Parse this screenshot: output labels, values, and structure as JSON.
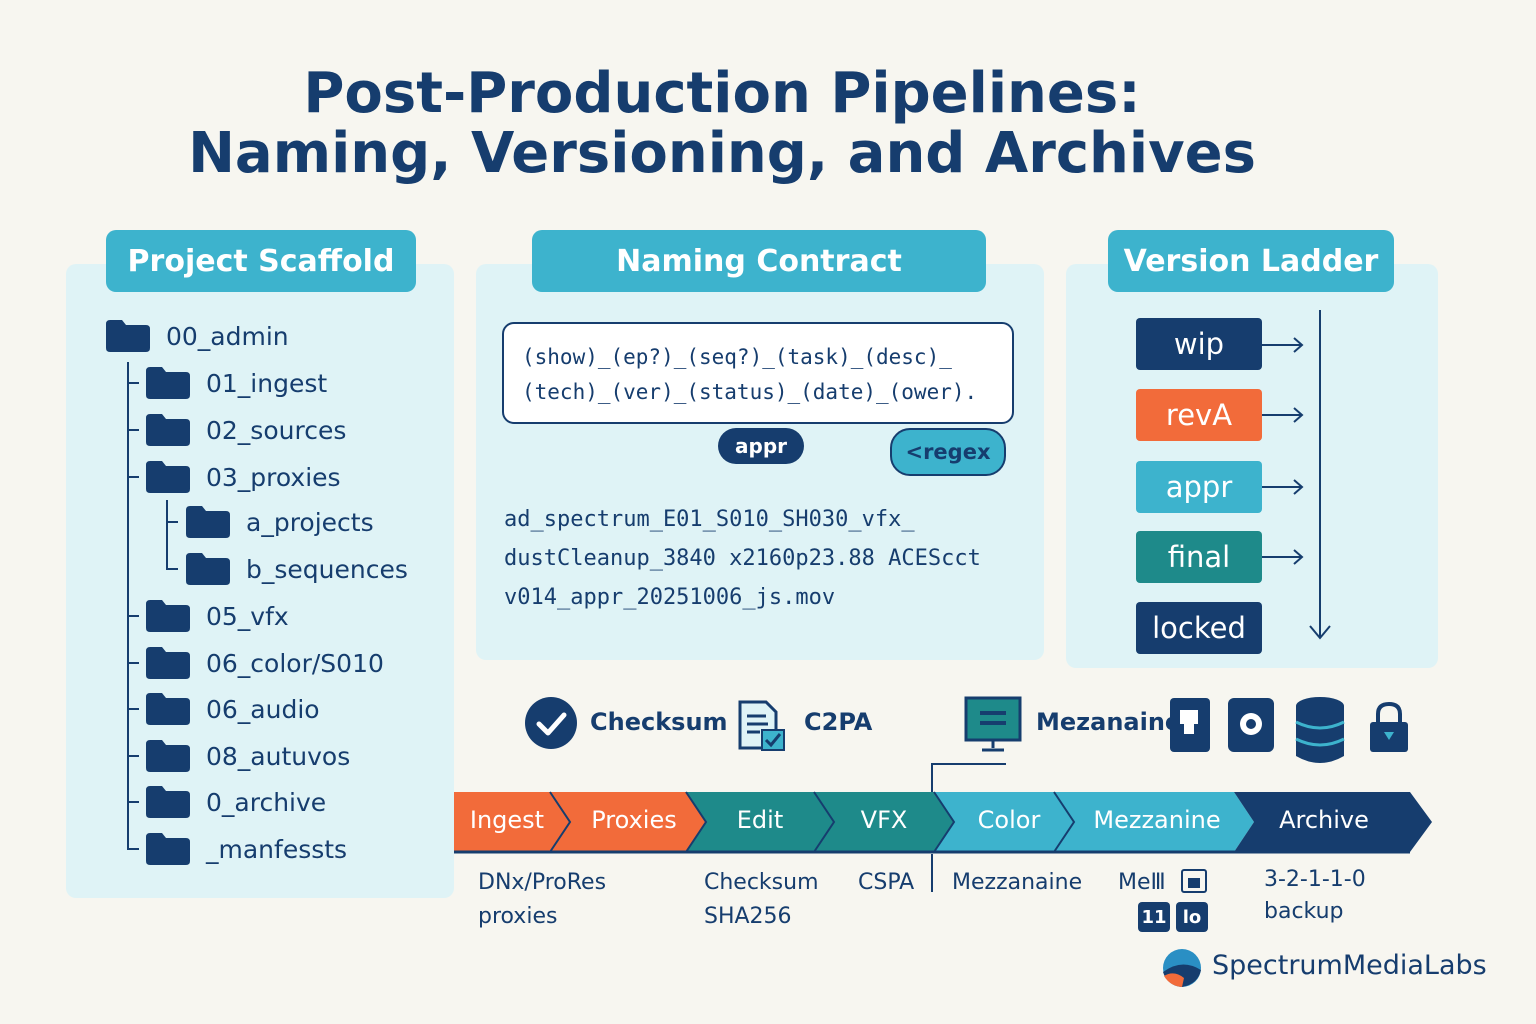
{
  "title": {
    "line1": "Post-Production Pipelines:",
    "line2": "Naming, Versioning, and Archives"
  },
  "scaffold": {
    "heading": "Project Scaffold",
    "items": [
      {
        "label": "00_admin"
      },
      {
        "label": "01_ingest"
      },
      {
        "label": "02_sources"
      },
      {
        "label": "03_proxies"
      },
      {
        "label": "a_projects"
      },
      {
        "label": "b_sequences"
      },
      {
        "label": "05_vfx"
      },
      {
        "label": "06_color/S010"
      },
      {
        "label": "06_audio"
      },
      {
        "label": "08_autuvos"
      },
      {
        "label": "0_archive"
      },
      {
        "label": "_manfessts"
      }
    ]
  },
  "naming": {
    "heading": "Naming Contract",
    "pattern_line1": "(show)_(ep?)_(seq?)_(task)_(desc)_",
    "pattern_line2": "(tech)_(ver)_(status)_(date)_(ower).",
    "tag_appr": "appr",
    "tag_regex": "<regex",
    "example_line1": "ad_spectrum_E01_S010_SH030_vfx_",
    "example_line2": "dustCleanup_3840 x2160p23.88 ACEScct",
    "example_line3": "v014_appr_20251006_js.mov"
  },
  "ladder": {
    "heading": "Version Ladder",
    "steps": [
      {
        "label": "wip",
        "color": "#163d6e"
      },
      {
        "label": "revA",
        "color": "#f26b3a"
      },
      {
        "label": "appr",
        "color": "#3db3cd"
      },
      {
        "label": "final",
        "color": "#1e8a8a"
      },
      {
        "label": "locked",
        "color": "#163d6e"
      }
    ]
  },
  "icons": {
    "checksum": "Checksum",
    "c2pa": "C2PA",
    "mezzanine": "Mezanaine"
  },
  "pipeline": {
    "stages": [
      {
        "label": "Ingest",
        "color": "#f26b3a"
      },
      {
        "label": "Proxies",
        "color": "#f26b3a"
      },
      {
        "label": "Edit",
        "color": "#1e8a8a"
      },
      {
        "label": "VFX",
        "color": "#1e8a8a"
      },
      {
        "label": "Color",
        "color": "#3db3cd"
      },
      {
        "label": "Mezzanine",
        "color": "#3db3cd"
      },
      {
        "label": "Archive",
        "color": "#163d6e"
      }
    ],
    "notes": {
      "ingest_line1": "DNx/ProRes",
      "ingest_line2": "proxies",
      "edit_line1": "Checksum",
      "edit_line2": "SHA256",
      "vfx": "CSPA",
      "color": "Mezzanaine",
      "mezz": "MeⅢ",
      "mezz_badge1": "11",
      "mezz_badge2": "lo",
      "archive_line1": "3-2-1-1-0",
      "archive_line2": "backup"
    }
  },
  "brand": "SpectrumMediaLabs"
}
